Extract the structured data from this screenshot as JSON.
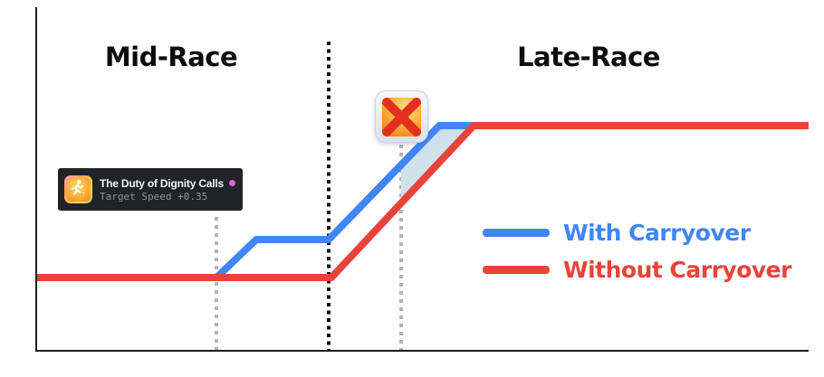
{
  "labels": {
    "mid_race": "Mid-Race",
    "late_race": "Late-Race"
  },
  "legend": {
    "items": [
      {
        "label": "With Carryover",
        "color": "#4285f4"
      },
      {
        "label": "Without Carryover",
        "color": "#e8433a"
      }
    ]
  },
  "skill_tooltip": {
    "title": "The Duty of Dignity Calls",
    "effect": "Target Speed +0.35",
    "dot_color": "#df64de"
  },
  "failed_icon": {
    "meaning": "skill-did-not-activate",
    "x_color": "#e42f1f"
  },
  "chart_data": {
    "type": "line",
    "title": "Skill speed carryover: Mid-Race vs Late-Race",
    "xlabel": "",
    "ylabel": "",
    "x_unit": "race progress (px coords)",
    "y_unit": "speed (px coords, lower y = faster)",
    "grid": false,
    "legend_position": "right-middle",
    "series": [
      {
        "name": "With Carryover",
        "color": "#4285f4",
        "width": 8,
        "points": [
          [
            239,
            307
          ],
          [
            283,
            265
          ],
          [
            363,
            265
          ],
          [
            485,
            139
          ],
          [
            530,
            139
          ]
        ]
      },
      {
        "name": "Without Carryover",
        "color": "#e8433a",
        "width": 8,
        "points": [
          [
            40,
            307
          ],
          [
            366,
            307
          ],
          [
            523,
            139
          ],
          [
            893,
            139
          ]
        ]
      }
    ],
    "gain_region": {
      "color": "#cfe1ea",
      "points": [
        [
          443,
          184
        ],
        [
          485,
          139
        ],
        [
          523,
          139
        ],
        [
          443,
          226
        ]
      ]
    },
    "vlines": [
      {
        "id": "phase-boundary",
        "x": 363,
        "y1": 46,
        "y2": 388,
        "color": "#0a0a0a",
        "width": 4,
        "dash": "4 4.5"
      },
      {
        "id": "mid-race-activation",
        "x": 239,
        "y1": 240,
        "y2": 388,
        "color": "#b3b3b3",
        "width": 4,
        "dash": "4 5"
      },
      {
        "id": "late-race-failed-activation",
        "x": 443,
        "y1": 160,
        "y2": 388,
        "color": "#b3b3b3",
        "width": 4,
        "dash": "4 5"
      }
    ],
    "axes": {
      "color": "#1c1c1c",
      "width": 2,
      "y": {
        "x": 40,
        "y1": 8,
        "y2": 389
      },
      "x": {
        "y": 388,
        "x1": 40,
        "x2": 893
      }
    }
  }
}
